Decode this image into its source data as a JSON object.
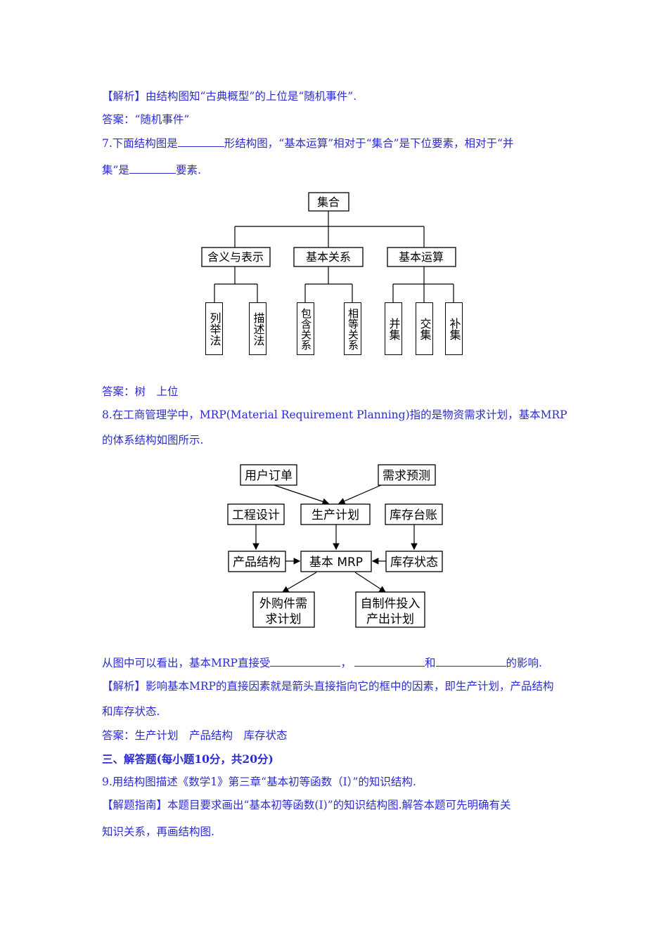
{
  "lines": {
    "l1": "【解析】由结构图知“古典概型”的上位是“随机事件”.",
    "l2": "答案：“随机事件”",
    "l3a": "7.下面结构图是",
    "l3b": "形结构图，“基本运算”相对于“集合”是下位要素，相对于“并",
    "l4a": "集”是",
    "l4b": "要素.",
    "l5": "答案：树　上位",
    "l6": "8.在工商管理学中，MRP(Material Requirement Planning)指的是物资需求计划，基本MRP",
    "l7": "的体系结构如图所示.",
    "l8a": "从图中可以看出，基本MRP直接受",
    "l8b": "，",
    "l8c": "和",
    "l8d": "的影响.",
    "l9": "【解析】影响基本MRP的直接因素就是箭头直接指向它的框中的因素，即生产计划，产品结构",
    "l10": "和库存状态.",
    "l11": "答案：生产计划　产品结构　库存状态",
    "l12": "三、解答题(每小题10分，共20分)",
    "l13": "9.用结构图描述《数学1》第三章“基本初等函数（Ⅰ）”的知识结构.",
    "l14": "【解题指南】本题目要求画出“基本初等函数(Ⅰ)”的知识结构图.解答本题可先明确有关",
    "l15": "知识关系，再画结构图."
  },
  "tree": {
    "root": "集合",
    "level2": [
      "含义与表示",
      "基本关系",
      "基本运算"
    ],
    "leaves": [
      "列举法",
      "描述法",
      "包含关系",
      "相等关系",
      "并集",
      "交集",
      "补集"
    ]
  },
  "mrp": {
    "user_order": "用户订单",
    "demand_forecast": "需求预测",
    "engineering_design": "工程设计",
    "production_plan": "生产计划",
    "inventory_ledger": "库存台账",
    "product_structure": "产品结构",
    "basic_mrp": "基本 MRP",
    "inventory_status": "库存状态",
    "purchase_line1": "外购件需",
    "purchase_line2": "求计划",
    "selfmade_line1": "自制件投入",
    "selfmade_line2": "产出计划"
  }
}
